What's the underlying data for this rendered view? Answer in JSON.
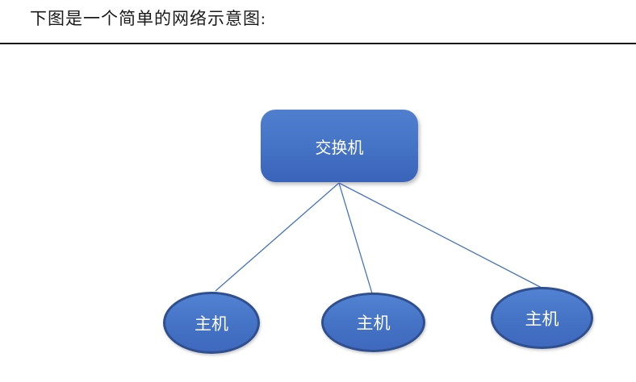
{
  "document": {
    "caption": "下图是一个简单的网络示意图:"
  },
  "diagram": {
    "type": "network-topology",
    "switch": {
      "label": "交换机",
      "shape": "rounded-rectangle"
    },
    "hosts": [
      {
        "label": "主机",
        "shape": "ellipse"
      },
      {
        "label": "主机",
        "shape": "ellipse"
      },
      {
        "label": "主机",
        "shape": "ellipse"
      }
    ],
    "edges": [
      {
        "from": "switch",
        "to": "host-1"
      },
      {
        "from": "switch",
        "to": "host-2"
      },
      {
        "from": "switch",
        "to": "host-3"
      }
    ],
    "colors": {
      "node_fill_top": "#507fd0",
      "node_fill_bottom": "#3a63ba",
      "ellipse_border": "#2f4f8f",
      "connector_line": "#4472c4",
      "node_text": "#ffffff",
      "caption_text": "#1a1a1a",
      "rule": "#161616"
    }
  }
}
